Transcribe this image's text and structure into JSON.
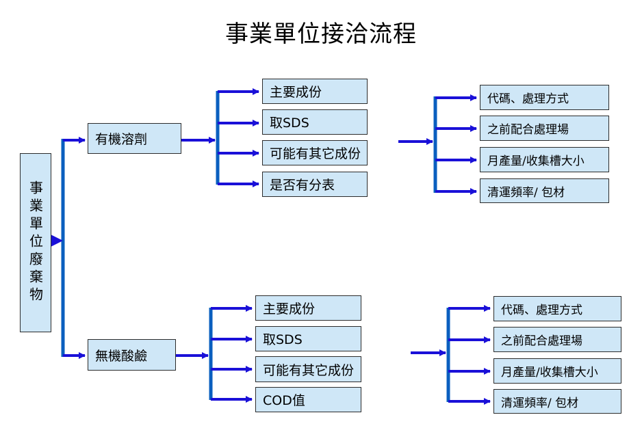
{
  "title": "事業單位接洽流程",
  "colors": {
    "box_fill": "#cfe7f7",
    "line": "#0a5fbf",
    "arrow": "#1a10d8"
  },
  "root": "事業單位廢棄物",
  "categories": [
    {
      "label": "有機溶劑",
      "items": [
        "主要成份",
        "取SDS",
        "可能有其它成份",
        "是否有分表"
      ],
      "followup": [
        "代碼、處理方式",
        "之前配合處理場",
        "月產量/收集槽大小",
        "清運頻率/  包材"
      ]
    },
    {
      "label": "無機酸鹼",
      "items": [
        "主要成份",
        "取SDS",
        "可能有其它成份",
        "COD值"
      ],
      "followup": [
        "代碼、處理方式",
        "之前配合處理場",
        "月產量/收集槽大小",
        "清運頻率/  包材"
      ]
    }
  ]
}
